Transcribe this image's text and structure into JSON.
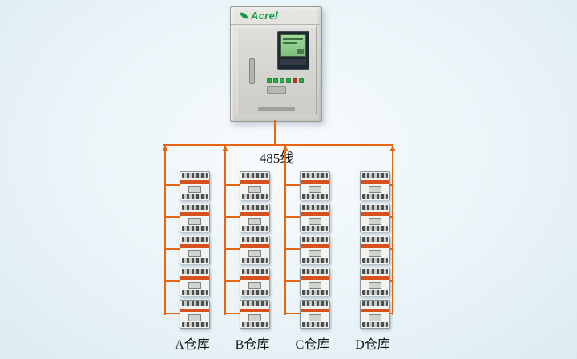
{
  "cabinet": {
    "brand": "Acrel",
    "brand_color": "#169a45",
    "indicator_colors": [
      "#2fae4e",
      "#2fae4e",
      "#2fae4e",
      "#2fae4e",
      "#cf2e2e",
      "#2fae4e"
    ]
  },
  "bus": {
    "label": "485线",
    "color": "#e8650f"
  },
  "device": {
    "stripe_color": "#d6511d"
  },
  "columns": [
    {
      "label": "A仓库",
      "device_count": 5
    },
    {
      "label": "B仓库",
      "device_count": 5
    },
    {
      "label": "C仓库",
      "device_count": 5
    },
    {
      "label": "D仓库",
      "device_count": 5
    }
  ]
}
